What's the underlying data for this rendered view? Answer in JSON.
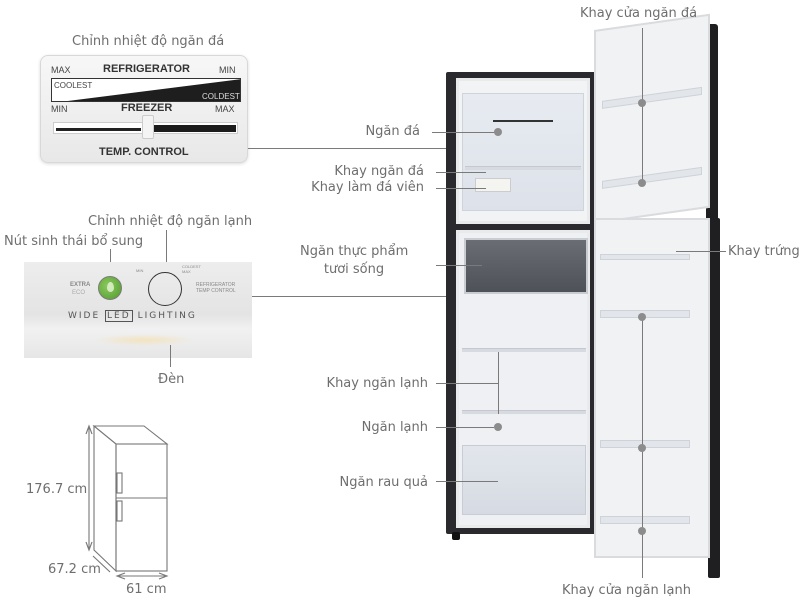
{
  "callouts": {
    "freezer_temp_control": "Chỉnh nhiệt độ ngăn đá",
    "fridge_temp_control": "Chỉnh nhiệt độ ngăn lạnh",
    "eco_button": "Nút sinh thái bổ sung",
    "light": "Đèn",
    "freezer_compartment": "Ngăn đá",
    "freezer_tray": "Khay ngăn đá",
    "ice_maker_tray": "Khay làm đá viên",
    "fresh_food_compartment_line1": "Ngăn thực phẩm",
    "fresh_food_compartment_line2": "tươi sống",
    "fridge_shelf": "Khay ngăn lạnh",
    "fridge_compartment": "Ngăn lạnh",
    "vegetable_drawer": "Ngăn rau quả",
    "freezer_door_tray": "Khay cửa ngăn đá",
    "egg_tray": "Khay trứng",
    "fridge_door_tray": "Khay cửa ngăn lạnh"
  },
  "temp_panel": {
    "max_left": "MAX",
    "refrigerator": "REFRIGERATOR",
    "min_right": "MIN",
    "coolest": "COOLEST",
    "coldest": "COLDEST",
    "min_left": "MIN",
    "freezer": "FREEZER",
    "max_right": "MAX",
    "title": "TEMP. CONTROL"
  },
  "led_panel": {
    "extra": "EXTRA",
    "eco": "ECO",
    "dial_min": "MIN",
    "dial_max": "COLDEST MAX",
    "refrigerator_temp": "REFRIGERATOR",
    "temp_control": "TEMP CONTROL",
    "wide": "WIDE",
    "led": "LED",
    "lighting": "LIGHTING"
  },
  "dimensions": {
    "height": "176.7 cm",
    "depth": "67.2 cm",
    "width": "61 cm"
  },
  "colors": {
    "label_text": "#6e6e6e",
    "leader_line": "#7a7a7a",
    "fridge_body": "#2a2a2e",
    "eco_green": "#5fa836"
  }
}
